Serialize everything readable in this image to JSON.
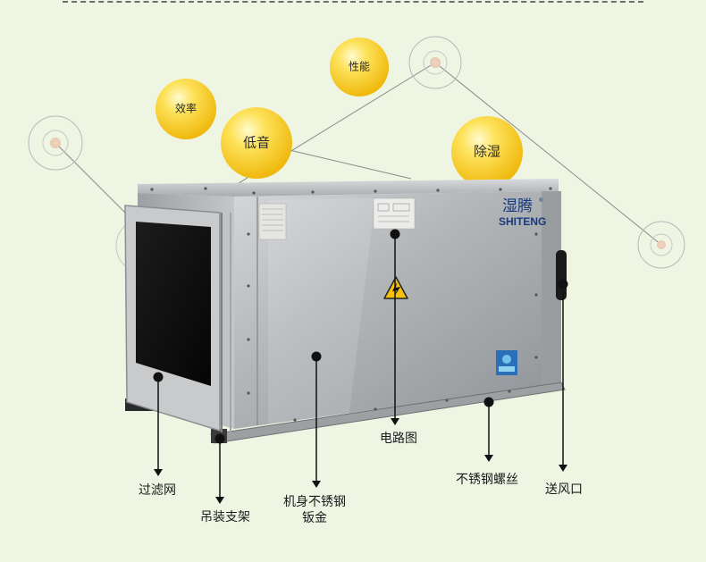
{
  "feature_bubbles": [
    {
      "id": "efficiency",
      "label": "效率"
    },
    {
      "id": "performance",
      "label": "性能"
    },
    {
      "id": "low_noise",
      "label": "低音"
    },
    {
      "id": "dehumidify",
      "label": "除湿"
    }
  ],
  "product": {
    "brand_cn": "湿腾",
    "brand_en": "SHITENG",
    "brand_mark": "®"
  },
  "callouts": [
    {
      "id": "filter",
      "label": "过滤网"
    },
    {
      "id": "hanging_bracket",
      "label": "吊装支架"
    },
    {
      "id": "sheet_metal",
      "label_line1": "机身不锈钢",
      "label_line2": "钣金"
    },
    {
      "id": "circuit",
      "label": "电路图"
    },
    {
      "id": "screws",
      "label": "不锈钢螺丝"
    },
    {
      "id": "air_outlet",
      "label": "送风口"
    }
  ],
  "colors": {
    "background": "#eef5e3",
    "bubble_yellow": "#f7c816",
    "line_gray": "#8a8a8a",
    "panel_steel": "#b9bcbf"
  },
  "icons": {
    "warning": "high-voltage-warning-icon",
    "target": "concentric-target-icon"
  }
}
